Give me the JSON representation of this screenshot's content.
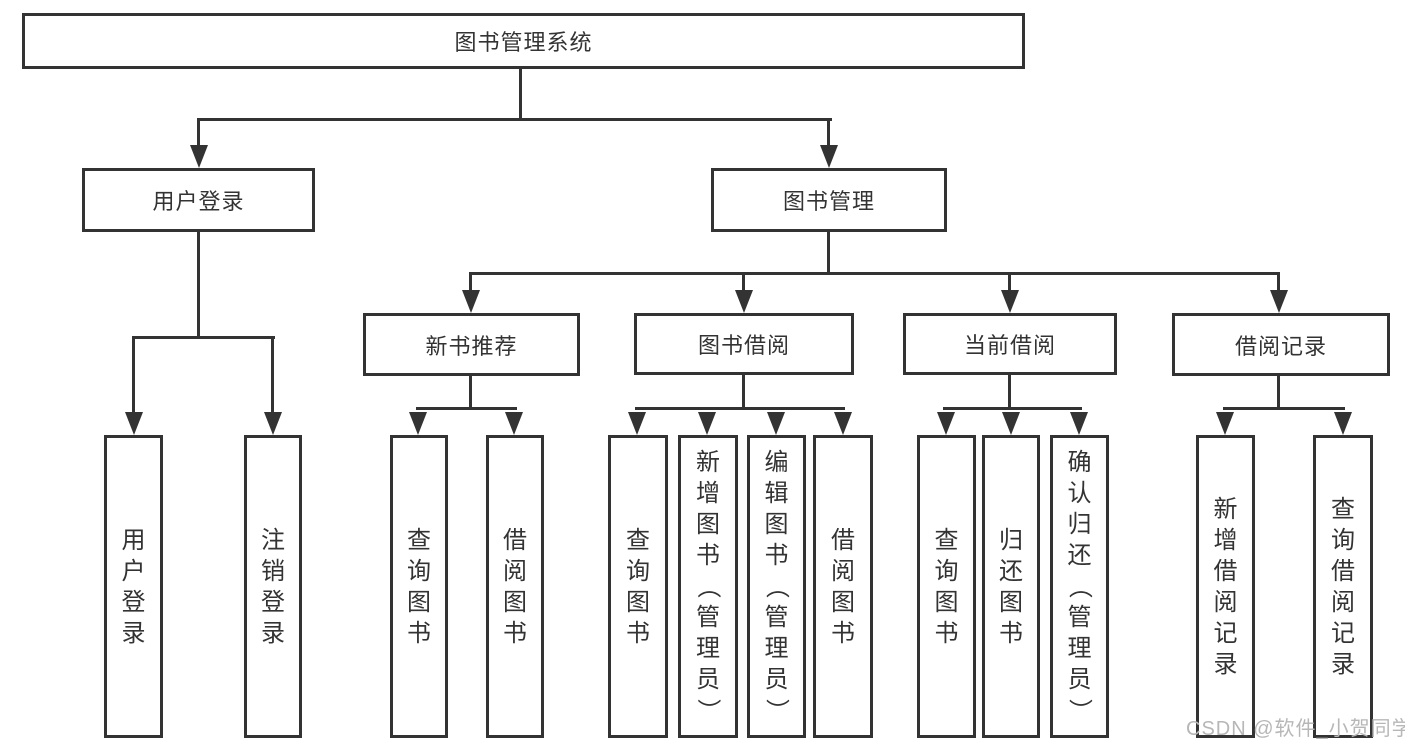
{
  "title": "图书管理系统",
  "watermark": "CSDN @软件_小贺同学",
  "colors": {
    "line": "#333333",
    "text": "#333333",
    "watermark": "#b7b7b7",
    "background": "#ffffff"
  },
  "nodes": {
    "root": "图书管理系统",
    "level2": {
      "user_login": "用户登录",
      "book_management": "图书管理"
    },
    "level3": {
      "new_book_recommend": "新书推荐",
      "book_borrow": "图书借阅",
      "current_borrow": "当前借阅",
      "borrow_records": "借阅记录"
    },
    "leaves": [
      {
        "label": "用户登录"
      },
      {
        "label": "注销登录"
      },
      {
        "label": "查询图书"
      },
      {
        "label": "借阅图书"
      },
      {
        "label": "查询图书"
      },
      {
        "label": "新增图书（管理员）"
      },
      {
        "label": "编辑图书（管理员）"
      },
      {
        "label": "借阅图书"
      },
      {
        "label": "查询图书"
      },
      {
        "label": "归还图书"
      },
      {
        "label": "确认归还（管理员）"
      },
      {
        "label": "新增借阅记录"
      },
      {
        "label": "查询借阅记录"
      }
    ]
  }
}
